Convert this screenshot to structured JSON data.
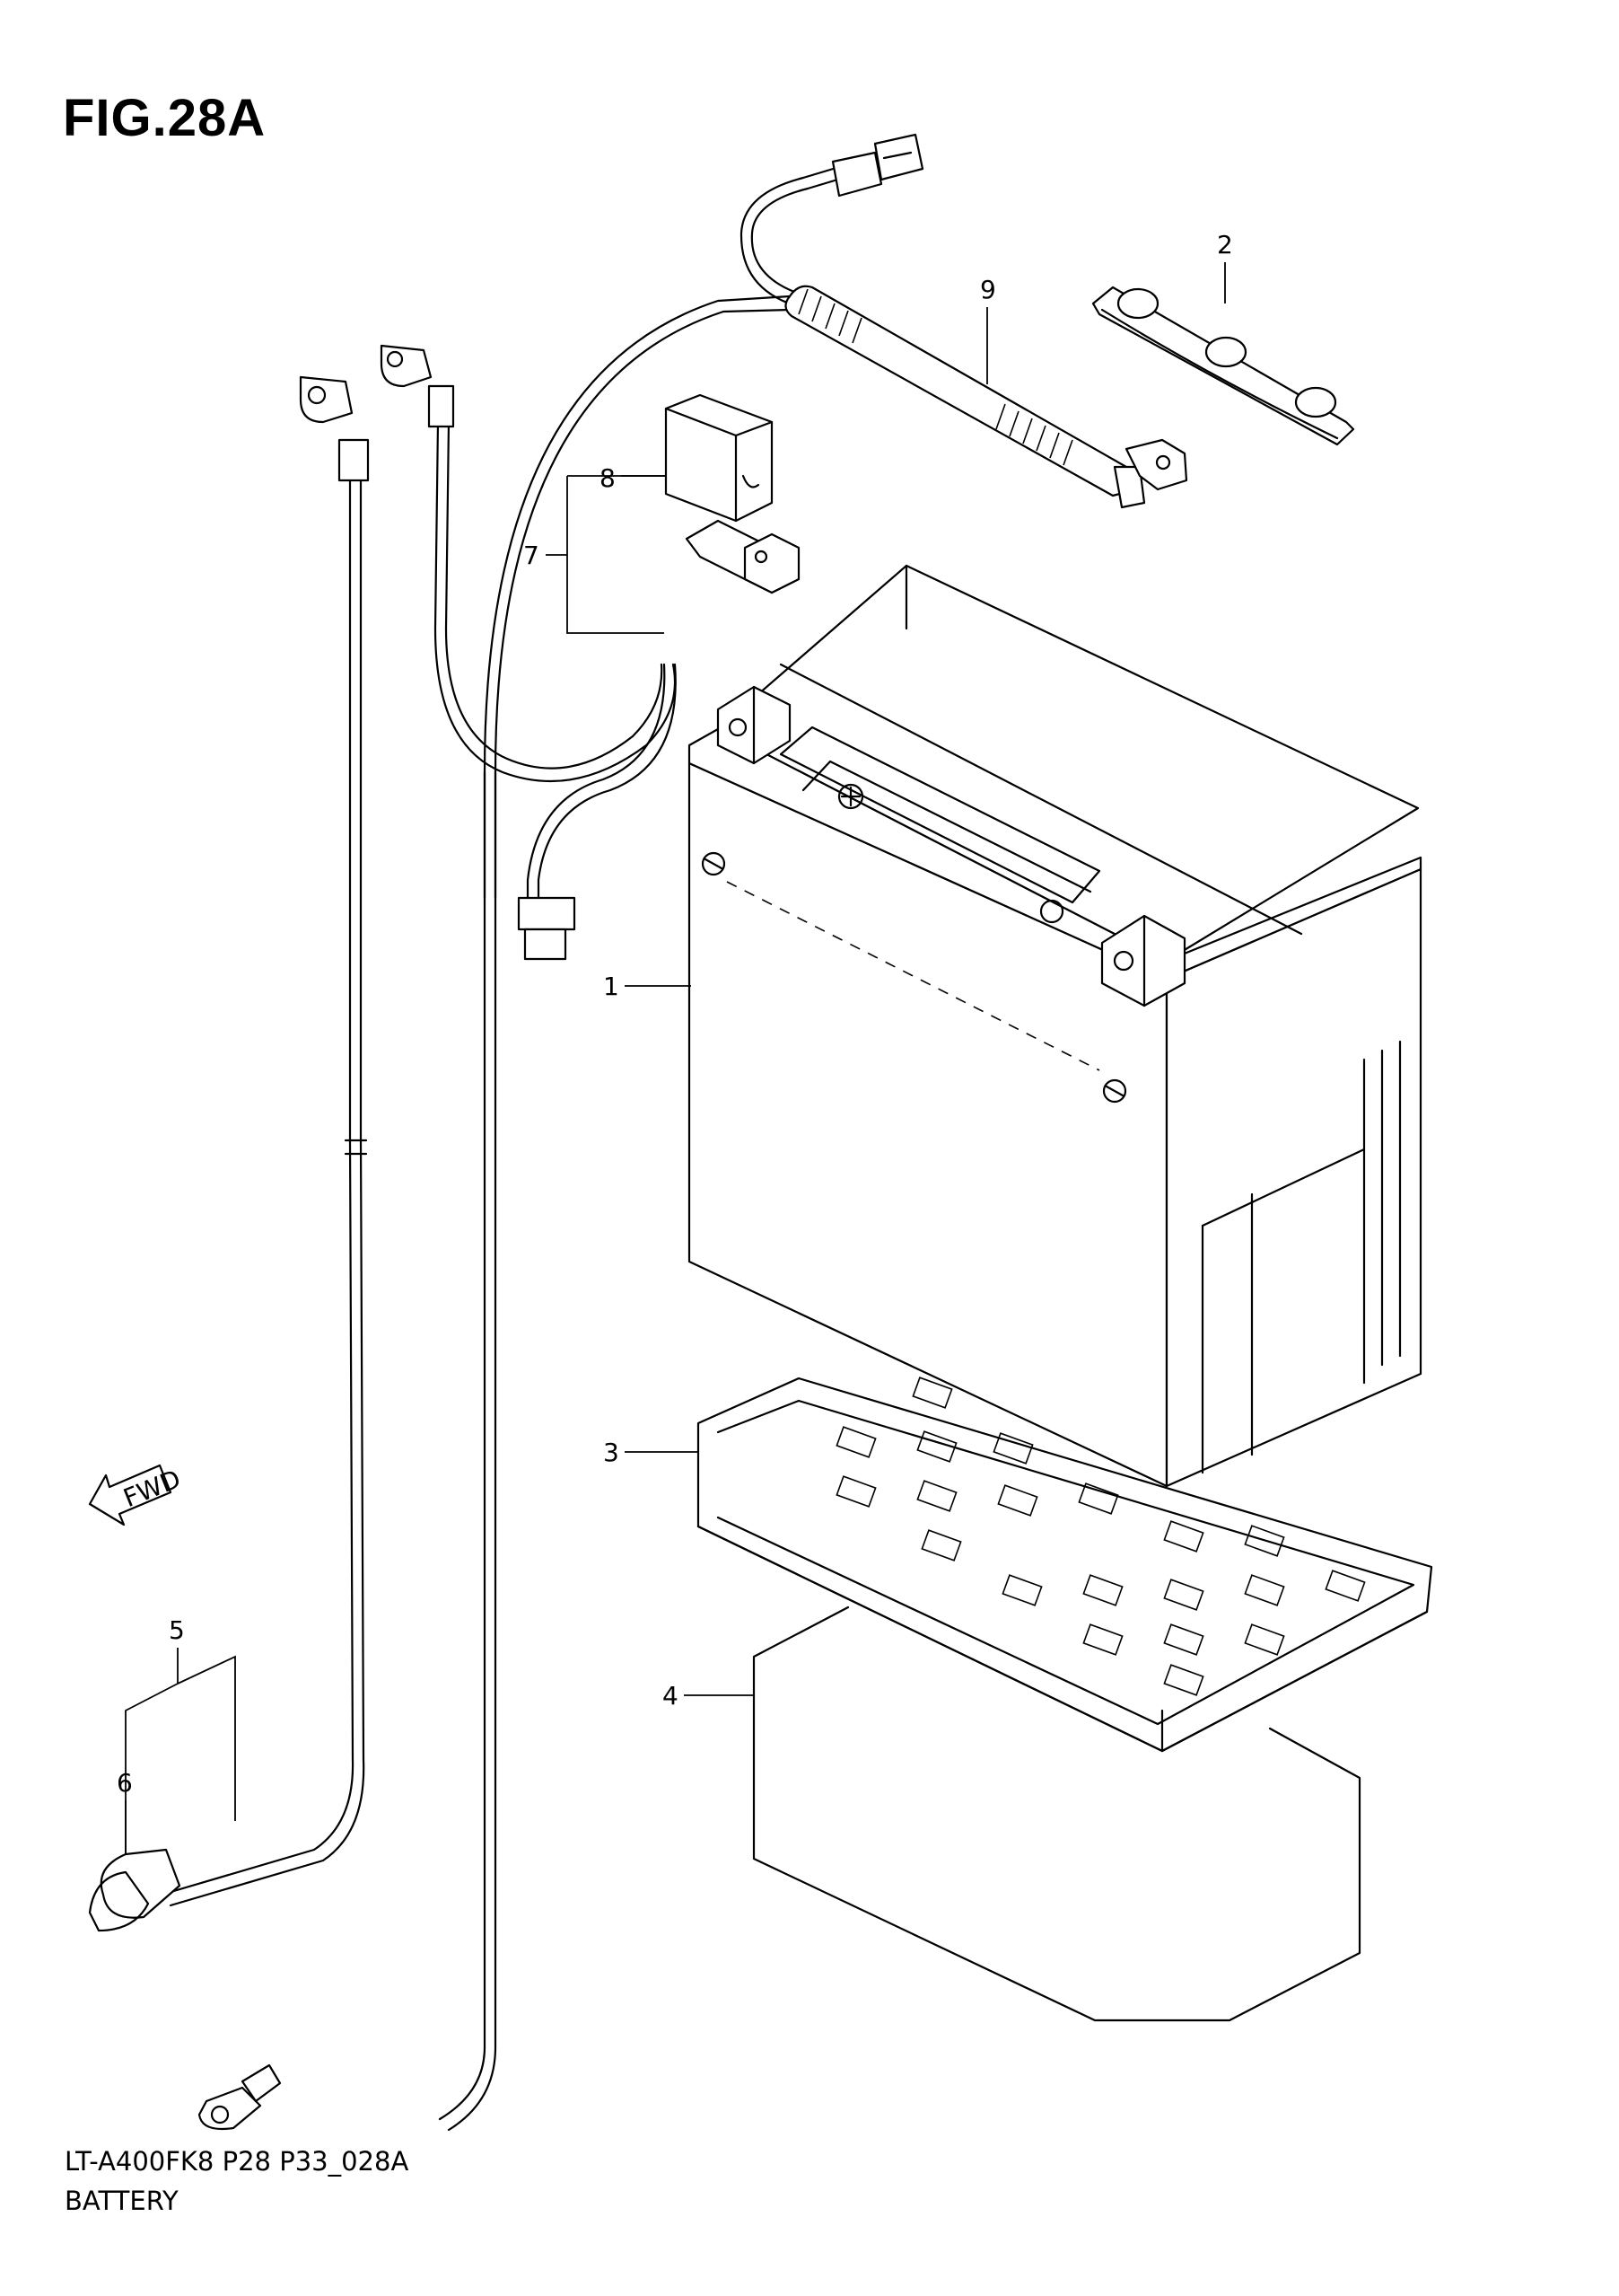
{
  "figure": {
    "title": "FIG.28A",
    "model_code": "LT-A400FK8 P28 P33_028A",
    "section_name": "BATTERY"
  },
  "direction_marker": {
    "label": "FWD",
    "icon": "fwd-arrow-icon"
  },
  "callouts": [
    {
      "number": "1",
      "part": "battery"
    },
    {
      "number": "2",
      "part": "battery-terminal-cover"
    },
    {
      "number": "3",
      "part": "battery-tray"
    },
    {
      "number": "4",
      "part": "battery-pad"
    },
    {
      "number": "5",
      "part": "negative-lead"
    },
    {
      "number": "6",
      "part": "terminal-cap"
    },
    {
      "number": "7",
      "part": "starter-relay-assy"
    },
    {
      "number": "8",
      "part": "relay-cover"
    },
    {
      "number": "9",
      "part": "fuse-holder"
    }
  ]
}
